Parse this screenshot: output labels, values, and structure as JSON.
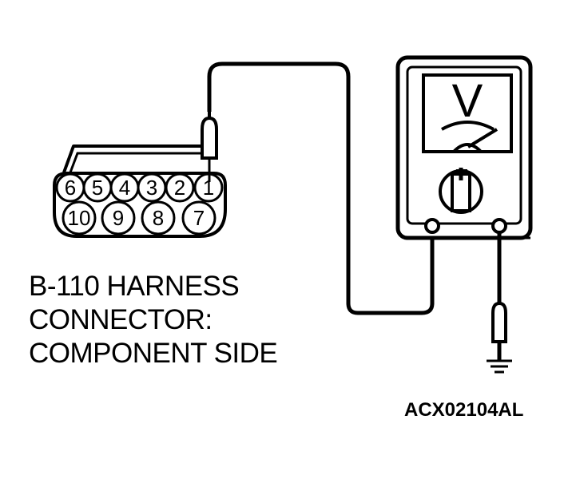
{
  "connector": {
    "top_row": [
      "6",
      "5",
      "4",
      "3",
      "2",
      "1"
    ],
    "bottom_row": [
      "10",
      "9",
      "8",
      "7"
    ]
  },
  "meter": {
    "unit_symbol": "V"
  },
  "caption": {
    "line1": "B-110 HARNESS",
    "line2": "CONNECTOR:",
    "line3": "COMPONENT SIDE"
  },
  "figure_ref": "ACX02104AL"
}
